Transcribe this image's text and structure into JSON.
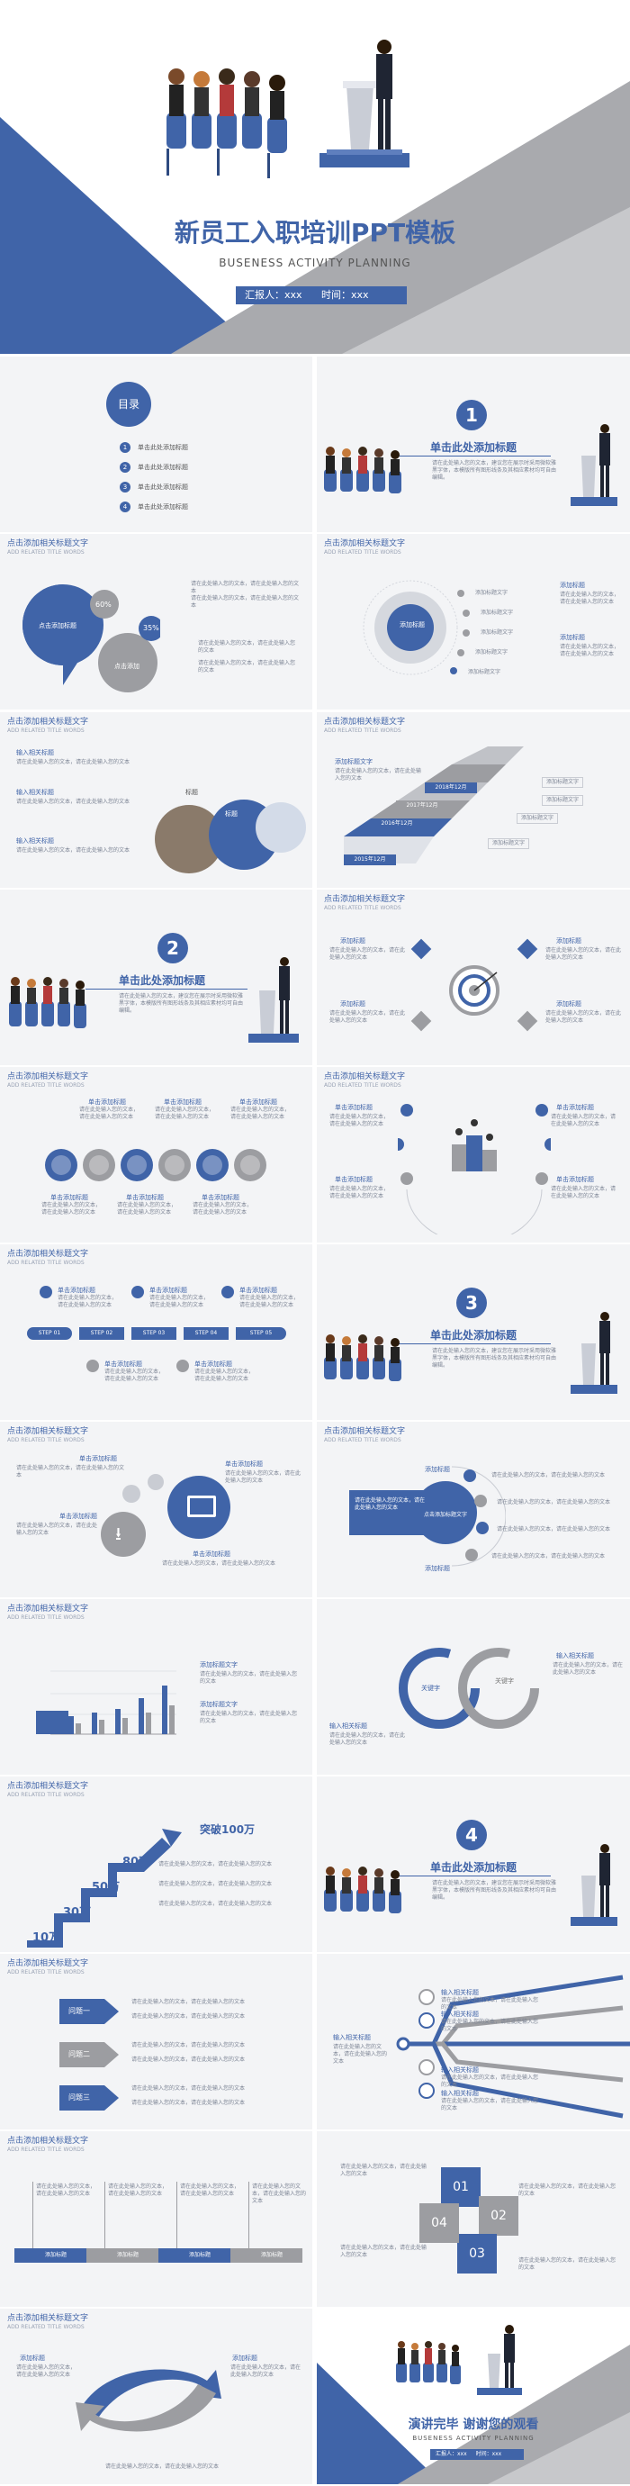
{
  "colors": {
    "accent": "#4064a8",
    "gray": "#9c9da1",
    "bg": "#f3f4f6"
  },
  "cover": {
    "title": "新员工入职培训PPT模板",
    "subtitle": "BUSENESS ACTIVITY PLANNING",
    "reporter": "汇报人：xxx",
    "time": "时间：xxx"
  },
  "toc": {
    "title": "目录",
    "items": [
      "单击此处添加标题",
      "单击此处添加标题",
      "单击此处添加标题",
      "单击此处添加标题"
    ],
    "nums": [
      "1",
      "2",
      "3",
      "4"
    ]
  },
  "section": {
    "title": "单击此处添加标题",
    "desc": "请在此处输入您的文本，建议您在展示时采用微软雅黑字体，本模版所有图形线条及其相应素材均可自由编辑。",
    "nums": [
      "1",
      "2",
      "3",
      "4"
    ]
  },
  "header": {
    "title": "点击添加相关标题文字",
    "sub": "ADD RELATED TITLE WORDS"
  },
  "common": {
    "add_title": "添加标题",
    "unit_title": "单击添加标题",
    "add_desc": "添加标题文字",
    "text_desc": "请在此处输入您的文本，请在此处输入您的文本",
    "input_title": "输入相关标题",
    "short_text": "请在此处添加文字"
  },
  "s3": {
    "pct1": "60%",
    "pct2": "35%",
    "label1": "点击添加标题",
    "label2": "点击添加"
  },
  "s4": {
    "center": "添加标题"
  },
  "s5": {
    "left_label": "标题",
    "right_label": "标题"
  },
  "s6": {
    "years": [
      "2015年12月",
      "2016年12月",
      "2017年12月",
      "2018年12月"
    ]
  },
  "s9": {
    "steps": [
      "STEP 01",
      "STEP 02",
      "STEP 03",
      "STEP 04",
      "STEP 05"
    ]
  },
  "s12": {
    "banner": "点击添加标题文字"
  },
  "s14": {
    "left": "关键字",
    "right": "关键字"
  },
  "s15": {
    "steps": [
      "10万",
      "30万",
      "50万",
      "80万"
    ],
    "target": "突破100万"
  },
  "s17": {
    "arrows": [
      "问题一",
      "问题二",
      "问题三"
    ]
  },
  "s20": {
    "nums": [
      "01",
      "02",
      "03",
      "04"
    ]
  },
  "s22": {
    "center": "添加标题"
  },
  "ending": {
    "title": "演讲完毕  谢谢您的观看",
    "subtitle": "BUSENESS ACTIVITY PLANNING",
    "reporter": "汇报人：xxx",
    "time": "时间：xxx"
  }
}
